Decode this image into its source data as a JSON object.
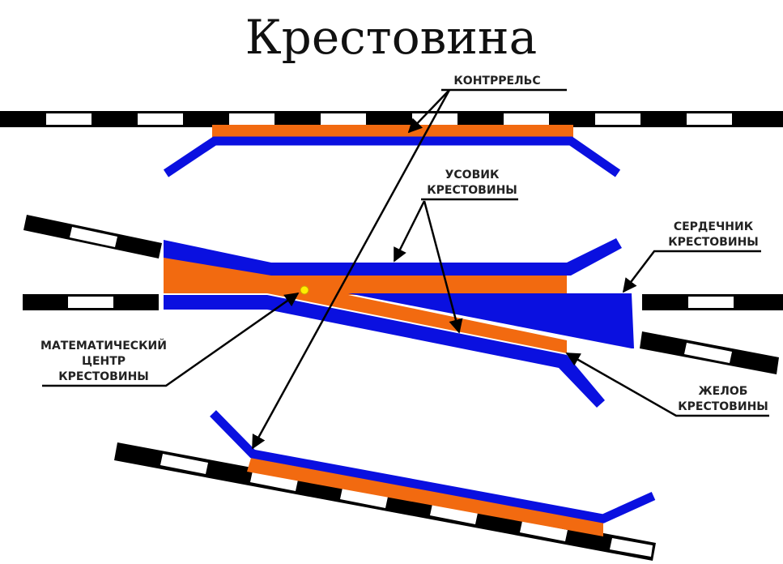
{
  "title": "Крестовина",
  "labels": {
    "guard_rail": "КОНТРРЕЛЬС",
    "wing_rail_1": "УСОВИК",
    "wing_rail_2": "КРЕСТОВИНЫ",
    "frog_point_1": "СЕРДЕЧНИК",
    "frog_point_2": "КРЕСТОВИНЫ",
    "math_center_1": "МАТЕМАТИЧЕСКИЙ",
    "math_center_2": "ЦЕНТР",
    "math_center_3": "КРЕСТОВИНЫ",
    "flangeway_1": "ЖЕЛОБ",
    "flangeway_2": "КРЕСТОВИНЫ"
  },
  "colors": {
    "blue": "#0a10e0",
    "orange": "#f26a10",
    "black": "#000000",
    "yellow": "#ffee00"
  }
}
